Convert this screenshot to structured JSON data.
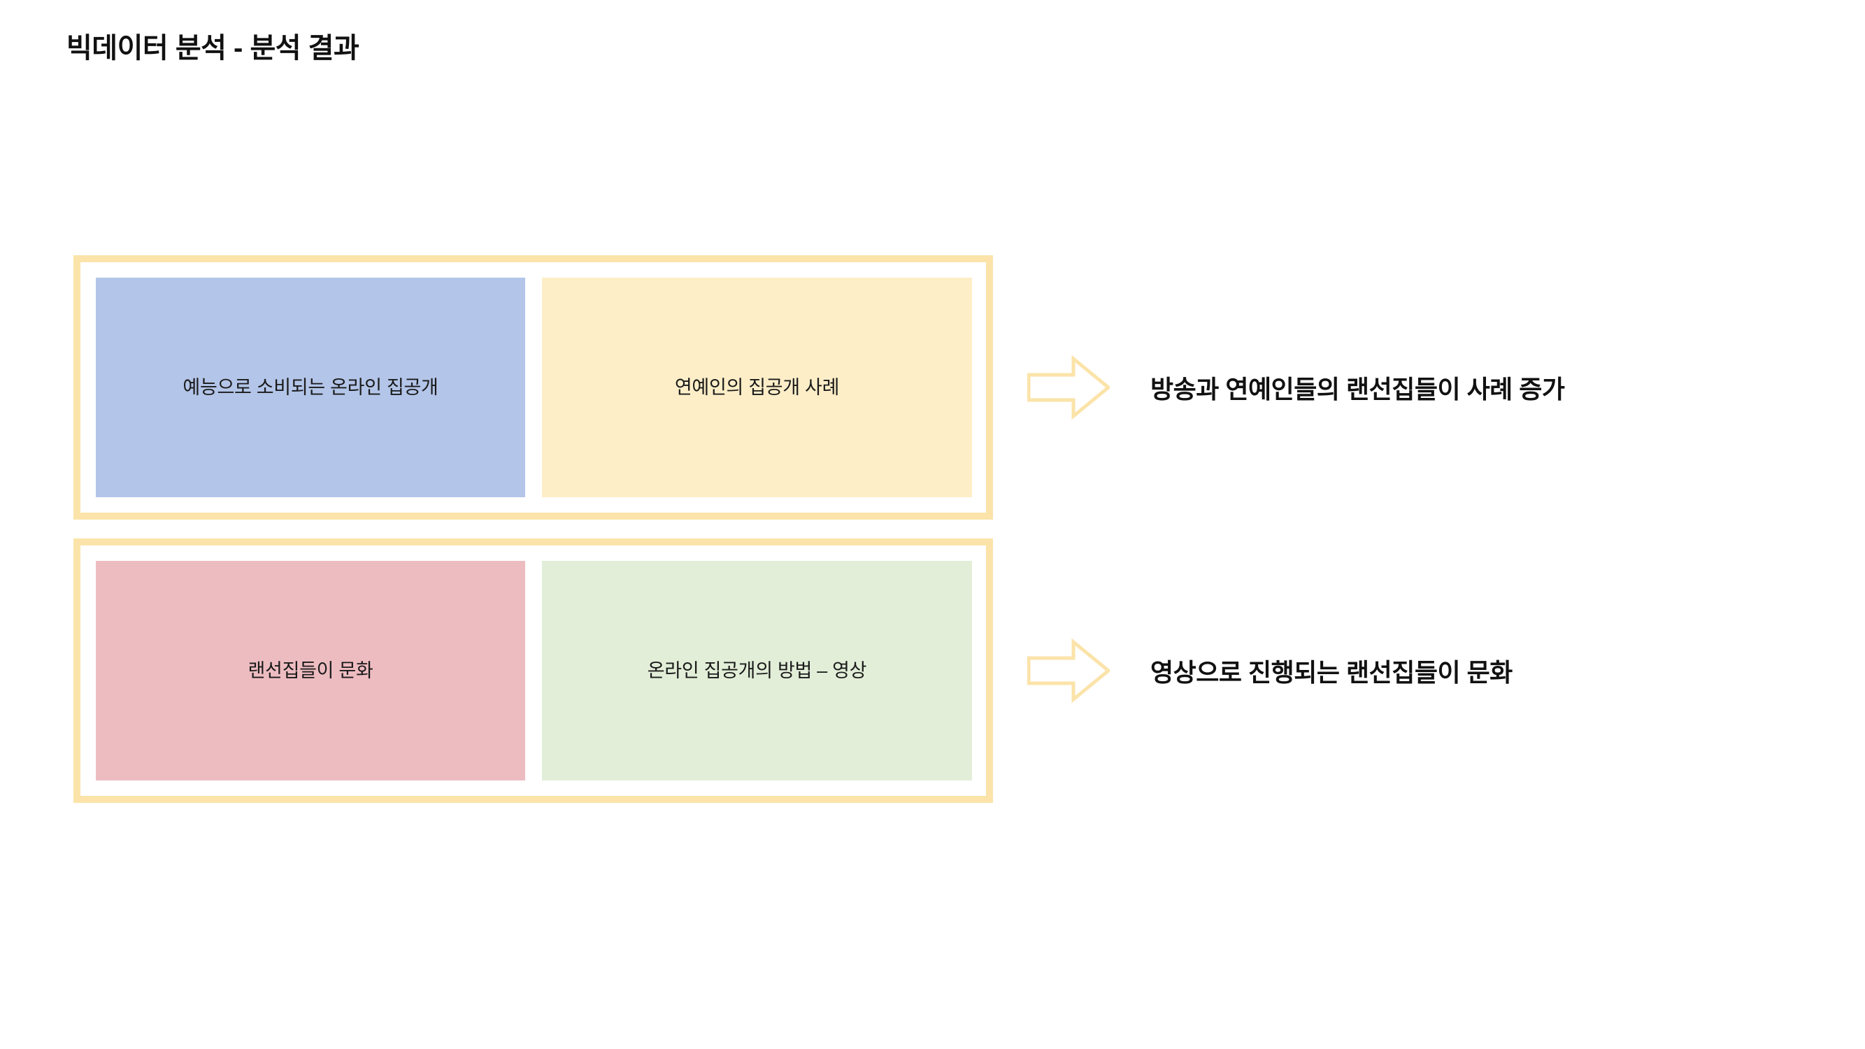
{
  "header": {
    "title": "빅데이터 분석 - 분석 결과"
  },
  "diagram": {
    "type": "grouped-boxes-with-arrows",
    "accent_color": "#fbe3a9",
    "rows": [
      {
        "id": "row-1",
        "cells": [
          {
            "label": "예능으로 소비되는 온라인 집공개",
            "color": "#b3c5e8"
          },
          {
            "label": "연예인의 집공개 사례",
            "color": "#fdeec8"
          }
        ],
        "arrow": "right-block-arrow-icon",
        "conclusion": "방송과 연예인들의 랜선집들이 사례 증가"
      },
      {
        "id": "row-2",
        "cells": [
          {
            "label": "랜선집들이 문화",
            "color": "#edbcc1"
          },
          {
            "label": "온라인 집공개의 방법 – 영상",
            "color": "#e2eed8"
          }
        ],
        "arrow": "right-block-arrow-icon",
        "conclusion": "영상으로 진행되는 랜선집들이 문화"
      }
    ]
  }
}
